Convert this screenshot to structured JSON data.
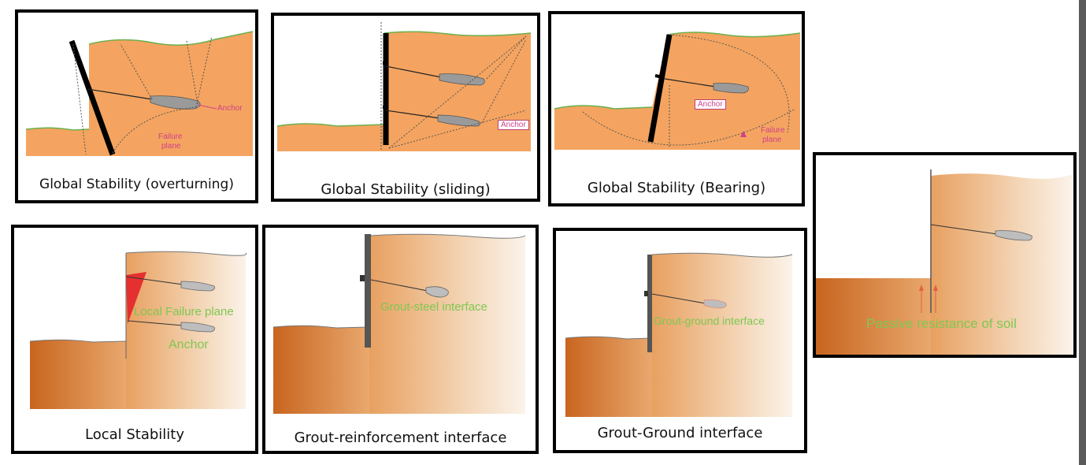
{
  "panels": {
    "overturning": {
      "caption": "Global Stability (overturning)",
      "anchor_label": "Anchor",
      "failure_label_line1": "Failure",
      "failure_label_line2": "plane"
    },
    "sliding": {
      "caption": "Global Stability (sliding)",
      "anchor_label": "Anchor"
    },
    "bearing": {
      "caption": "Global Stability (Bearing)",
      "anchor_label": "Anchor",
      "failure_label_line1": "Failure",
      "failure_label_line2": "plane"
    },
    "local": {
      "caption": "Local Stability",
      "failure_label": "Local Failure plane",
      "anchor_label": "Anchor"
    },
    "grout_reinforcement": {
      "caption": "Grout-reinforcement interface",
      "interface_label": "Grout-steel interface"
    },
    "grout_ground": {
      "caption": "Grout-Ground interface",
      "interface_label": "Grout-ground interface"
    },
    "passive": {
      "resistance_label": "Passive resistance of soil"
    }
  },
  "colors": {
    "soil": "#f4a460",
    "soil_dark": "#c86a25",
    "ground_line": "#6ab04c",
    "anchor_body": "#9a9a9a",
    "pink_label": "#d0408a",
    "green_label": "#7ec850",
    "failure_red": "#e53030"
  }
}
